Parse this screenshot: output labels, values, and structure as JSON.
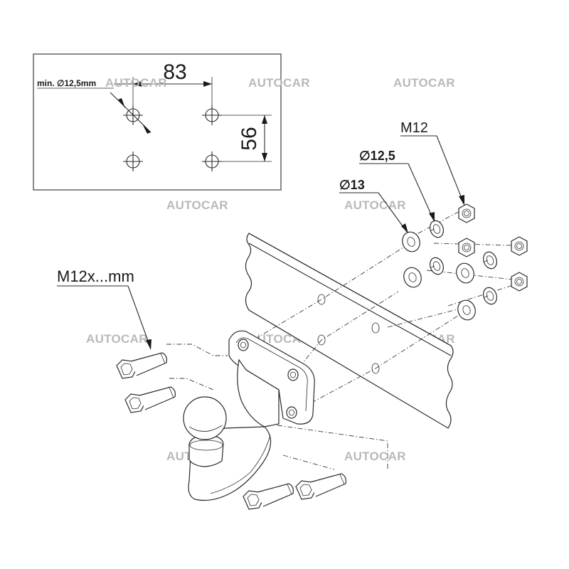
{
  "drawing": {
    "pattern": {
      "hole_label": "min. ∅12,5mm",
      "horizontal_dimension": "83",
      "vertical_dimension": "56"
    },
    "callouts": {
      "bolt": "M12x...mm",
      "nut": "M12",
      "spring_washer": "∅12,5",
      "flat_washer": "∅13"
    },
    "watermarks": [
      "AUTOCAR",
      "AUTOCAR",
      "AUTOCAR",
      "AUTOCAR",
      "AUTOCAR",
      "AUTOCAR",
      "AUTOCAR",
      "AUTOCAR",
      "AUTOCAR",
      "AUTOCAR"
    ]
  }
}
